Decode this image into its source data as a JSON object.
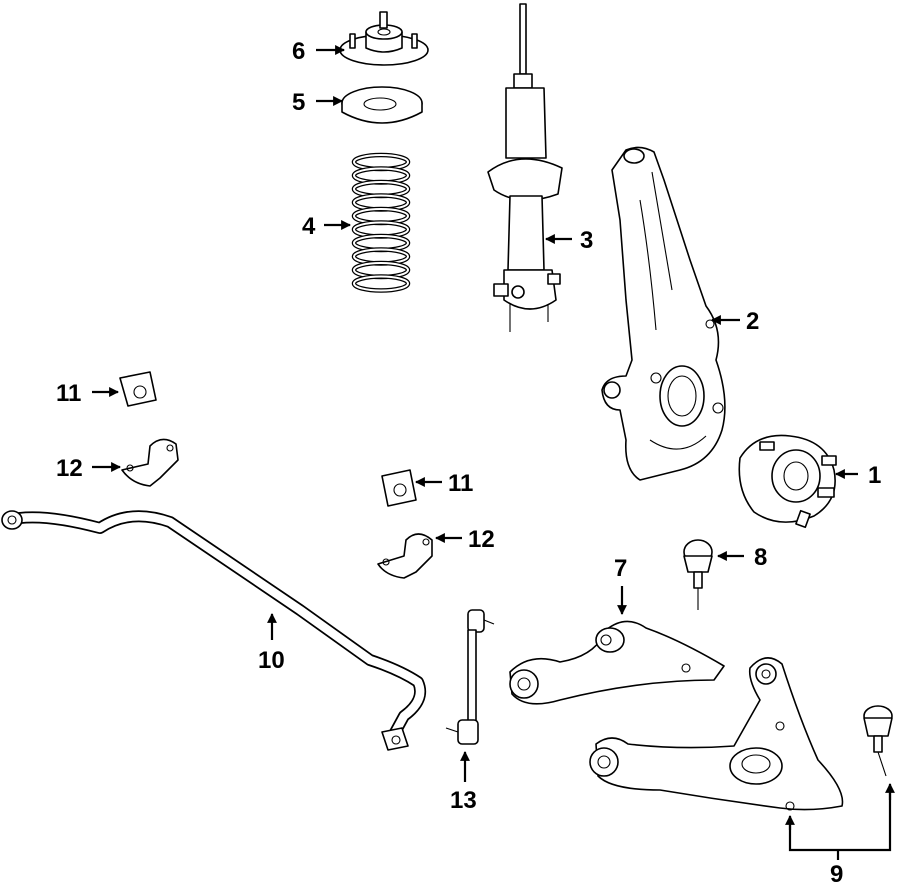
{
  "diagram": {
    "colors": {
      "line": "#000000",
      "background": "#ffffff"
    },
    "callouts": [
      {
        "id": "1",
        "label": "1"
      },
      {
        "id": "2",
        "label": "2"
      },
      {
        "id": "3",
        "label": "3"
      },
      {
        "id": "4",
        "label": "4"
      },
      {
        "id": "5",
        "label": "5"
      },
      {
        "id": "6",
        "label": "6"
      },
      {
        "id": "7",
        "label": "7"
      },
      {
        "id": "8",
        "label": "8"
      },
      {
        "id": "9",
        "label": "9"
      },
      {
        "id": "10",
        "label": "10"
      },
      {
        "id": "11a",
        "label": "11"
      },
      {
        "id": "11b",
        "label": "11"
      },
      {
        "id": "12a",
        "label": "12"
      },
      {
        "id": "12b",
        "label": "12"
      },
      {
        "id": "13",
        "label": "13"
      }
    ]
  }
}
